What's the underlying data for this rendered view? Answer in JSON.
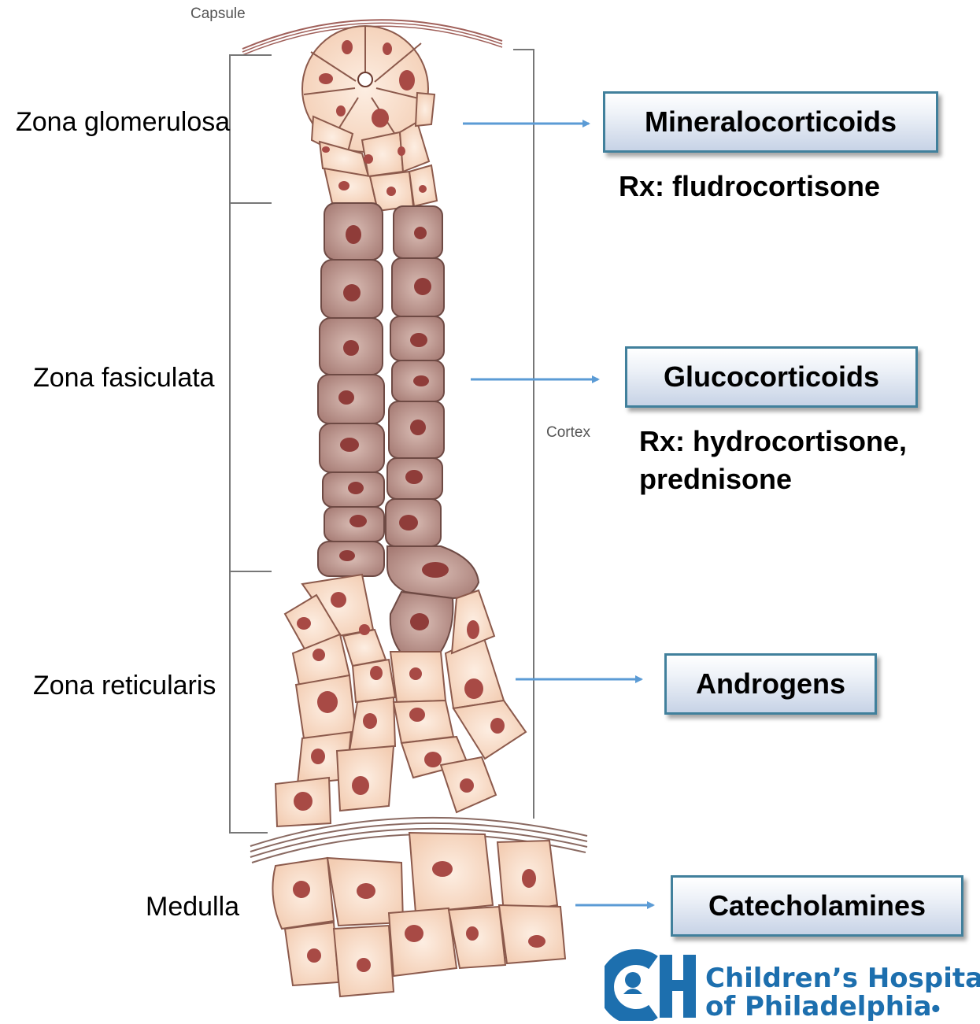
{
  "labels": {
    "capsule": "Capsule",
    "cortex": "Cortex",
    "zona_glomerulosa": "Zona glomerulosa",
    "zona_fasiculata": "Zona fasiculata",
    "zona_reticularis": "Zona reticularis",
    "medulla": "Medulla"
  },
  "hormones": {
    "mineralocorticoids": "Mineralocorticoids",
    "glucocorticoids": "Glucocorticoids",
    "androgens": "Androgens",
    "catecholamines": "Catecholamines"
  },
  "rx": {
    "mineralocorticoids": "Rx: fludrocortisone",
    "glucocorticoids_line1": "Rx: hydrocortisone,",
    "glucocorticoids_line2": "prednisone"
  },
  "logo": {
    "line1": "Children’s Hospital",
    "line2": "of Philadelphia"
  },
  "colors": {
    "light_cell": "#f8dcc8",
    "dark_cell": "#b08882",
    "nucleus": "#a84a45",
    "arrow": "#5b9bd5",
    "box_border": "#41809c",
    "logo_blue": "#1d6fae"
  }
}
